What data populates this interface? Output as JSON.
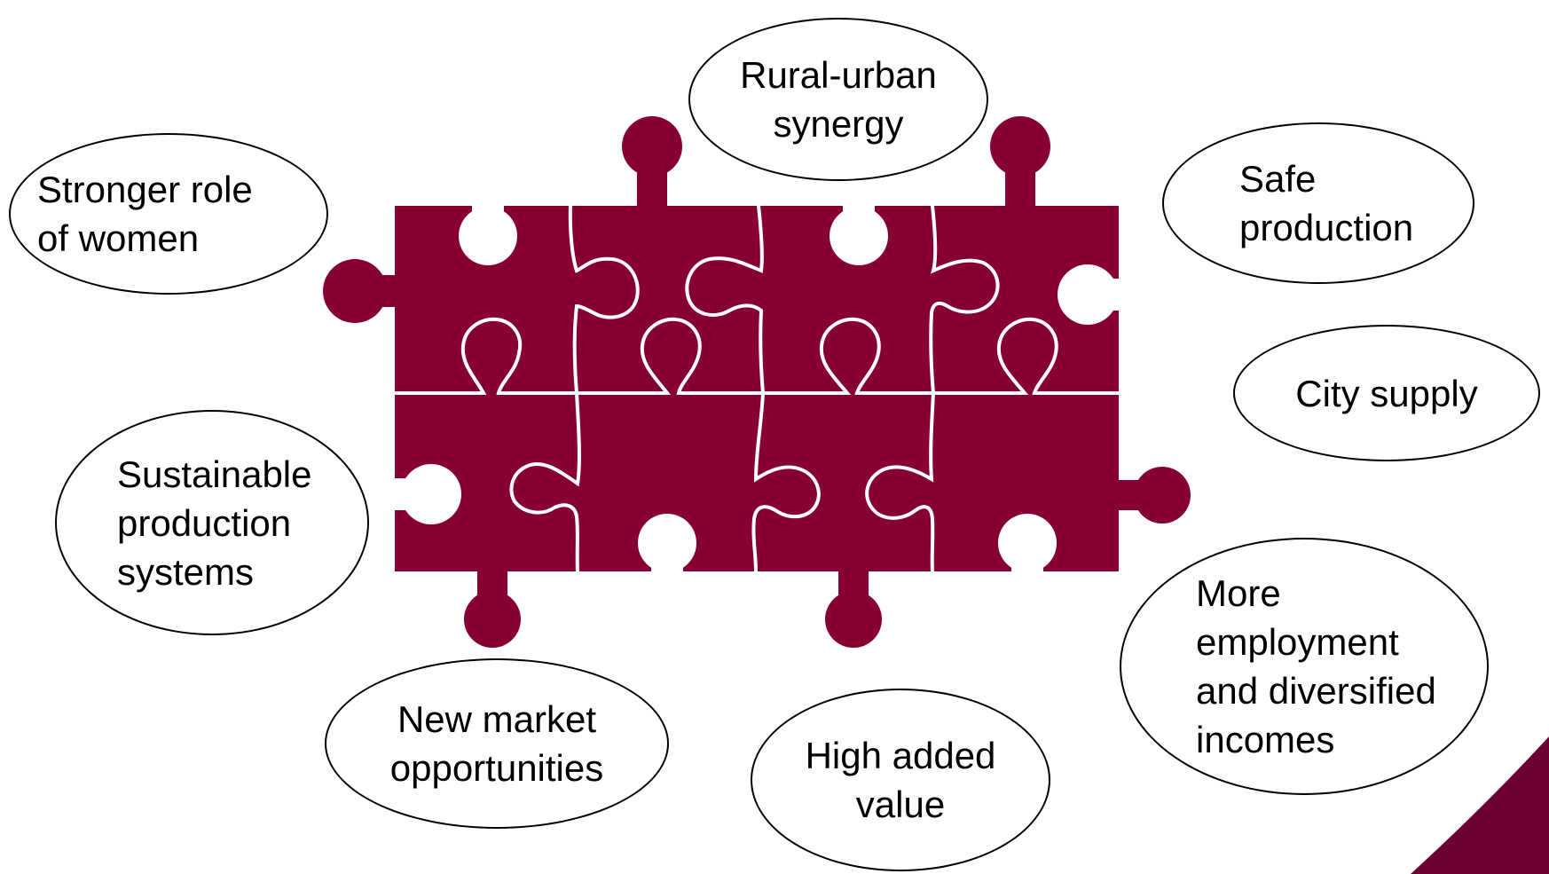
{
  "colors": {
    "puzzle": "#860033",
    "puzzle_line": "#ffffff",
    "corner": "#6b0030",
    "bubble_border": "#000000",
    "text": "#000000"
  },
  "puzzle": {
    "rows": 2,
    "columns": 4
  },
  "bubbles": {
    "women": "Stronger role\nof women",
    "rural_urban": "Rural-urban\nsynergy",
    "safe": "Safe\nproduction",
    "city": "City supply",
    "sustainable": "Sustainable\nproduction\nsystems",
    "employment": "More\nemployment\nand diversified\nincomes",
    "market": "New market\nopportunities",
    "value": "High added\nvalue"
  }
}
